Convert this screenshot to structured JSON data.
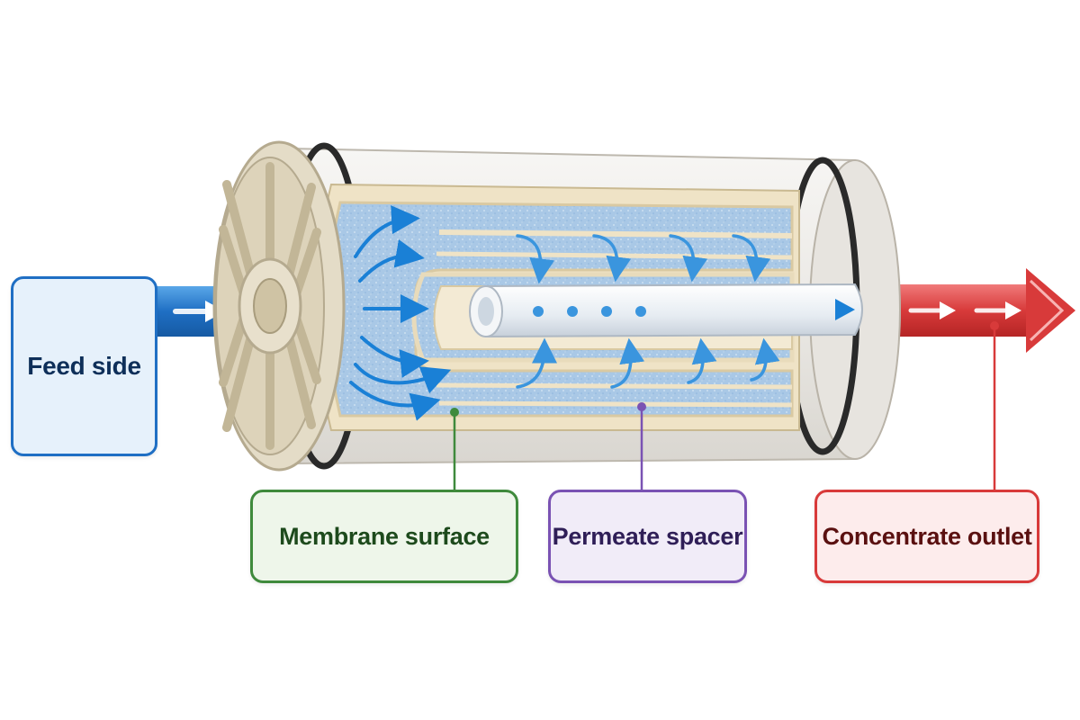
{
  "labels": {
    "feed": "Feed side",
    "membrane": "Membrane surface",
    "permeate": "Permeate spacer",
    "concentrate": "Concentrate outlet"
  },
  "colors": {
    "feed_accent": "#1f6fc4",
    "feed_fill": "#e6f1fb",
    "feed_text": "#0e2f59",
    "membrane_accent": "#3f8a3c",
    "membrane_fill": "#eef6ea",
    "membrane_text": "#1d4a1c",
    "permeate_accent": "#7a52b3",
    "permeate_fill": "#f1ecf8",
    "permeate_text": "#2f1e57",
    "concentrate_accent": "#d83a3a",
    "concentrate_fill": "#fdecec",
    "concentrate_text": "#5a1010",
    "housing": "#e4dcc7",
    "wrap": "#f1efec",
    "spacer_blue": "#a9c8e6",
    "flow_arrow": "#1a80d6"
  }
}
